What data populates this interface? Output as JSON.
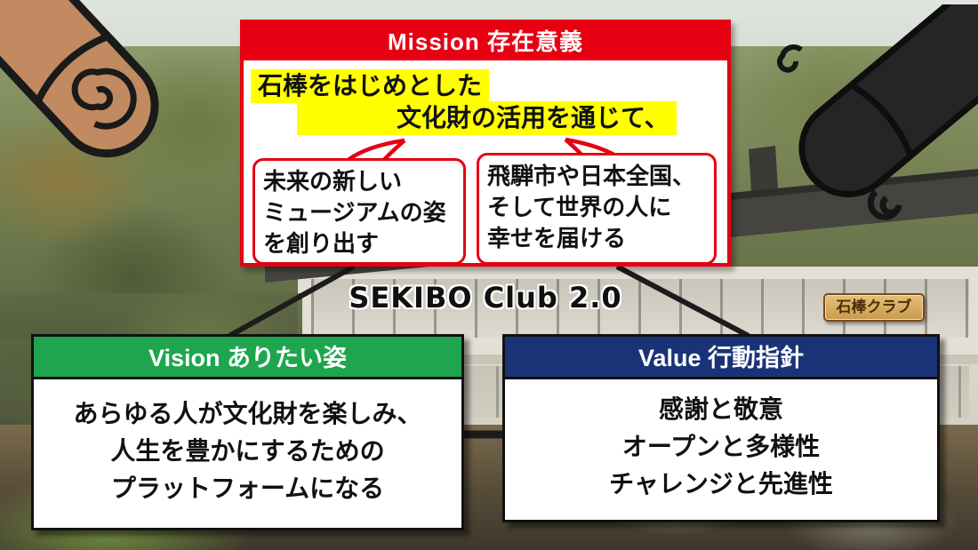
{
  "page": {
    "title_overlay": "SEKIBO Club 2.0",
    "badge_label": "石棒クラブ"
  },
  "mission": {
    "header": "Mission 存在意義",
    "highlight": {
      "line1": "石棒をはじめとした",
      "line2": "文化財の活用を通じて、"
    },
    "left_card": {
      "lines": [
        "未来の新しい",
        "ミュージアムの姿",
        "を創り出す"
      ]
    },
    "right_card": {
      "lines": [
        "飛騨市や日本全国、",
        "そして世界の人に",
        "幸せを届ける"
      ]
    }
  },
  "vision": {
    "header": "Vision ありたい姿",
    "lines": [
      "あらゆる人が文化財を楽しみ、",
      "人生を豊かにするための",
      "プラットフォームになる"
    ]
  },
  "value": {
    "header": "Value 行動指針",
    "lines": [
      "感謝と敬意",
      "オープンと多様性",
      "チャレンジと先進性"
    ]
  },
  "icons": {
    "left_mascot": "sekibo-stone-rod-tan-icon",
    "right_mascot": "sekibo-stone-rod-black-icon",
    "badge": "wooden-sign-icon"
  },
  "colors": {
    "mission_red": "#e60012",
    "highlight_yellow": "#ffff00",
    "vision_green": "#1ea64e",
    "value_navy": "#1a3377",
    "badge_tan": "#d9a95f",
    "badge_text": "#4a2e08",
    "line_black": "#1c1c1c"
  }
}
